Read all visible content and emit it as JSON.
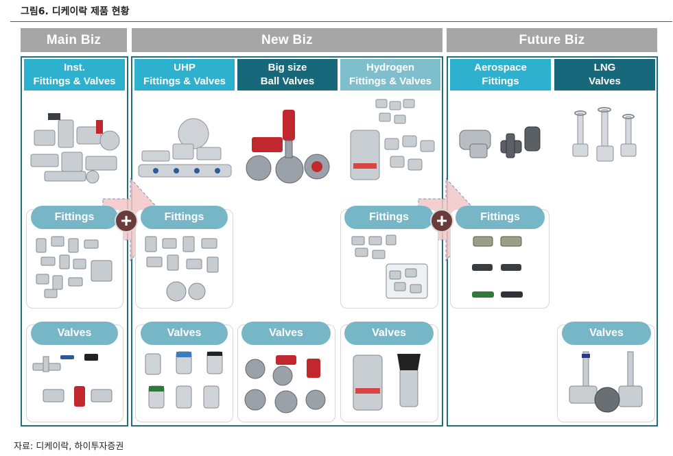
{
  "header": {
    "figure_title": "그림6. 디케이락 제품 현황"
  },
  "footer": {
    "source": "자료: 디케이락, 하이투자증권"
  },
  "sections": {
    "main": {
      "label": "Main Biz"
    },
    "new": {
      "label": "New Biz"
    },
    "future": {
      "label": "Future Biz"
    }
  },
  "categories": {
    "inst": {
      "line1": "Inst.",
      "line2": "Fittings & Valves"
    },
    "uhp": {
      "line1": "UHP",
      "line2": "Fittings & Valves"
    },
    "bigsize": {
      "line1": "Big size",
      "line2": "Ball Valves"
    },
    "hydrogen": {
      "line1": "Hydrogen",
      "line2": "Fittings & Valves"
    },
    "aerospace": {
      "line1": "Aerospace",
      "line2": "Fittings"
    },
    "lng": {
      "line1": "LNG",
      "line2": "Valves"
    }
  },
  "labels": {
    "fittings": "Fittings",
    "valves": "Valves",
    "plus": "+"
  },
  "colors": {
    "section_header": "#a6a6a6",
    "frame": "#1f6e7c",
    "category_light": "#2eb1cf",
    "category_dark": "#16687a",
    "pill": "#77b6c6",
    "arrow": "#f4c7c7",
    "plus_circle": "#6b3b3b"
  }
}
